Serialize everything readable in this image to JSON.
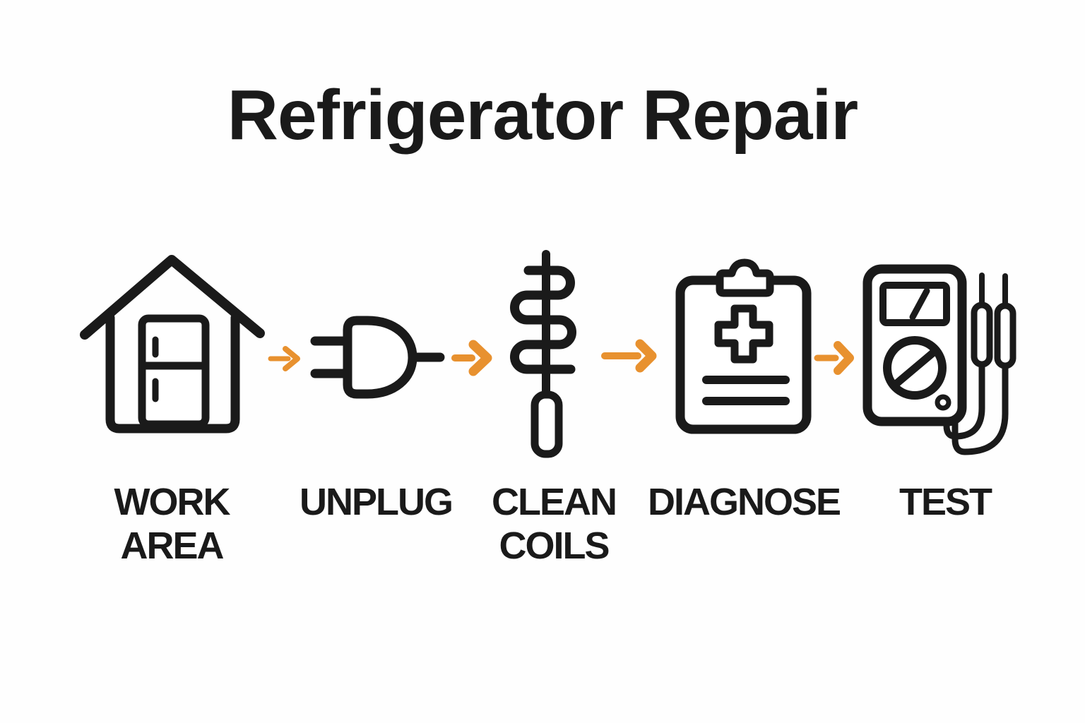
{
  "title": "Refrigerator Repair",
  "colors": {
    "ink": "#1a1a1a",
    "accent_orange": "#e8912f"
  },
  "steps": [
    {
      "name": "work-area",
      "label_lines": [
        "WORK",
        "AREA"
      ],
      "icon": "house-with-refrigerator-icon"
    },
    {
      "name": "unplug",
      "label_lines": [
        "UNPLUG"
      ],
      "icon": "power-plug-icon"
    },
    {
      "name": "clean-coils",
      "label_lines": [
        "CLEAN",
        "COILS"
      ],
      "icon": "coil-cleaning-brush-icon"
    },
    {
      "name": "diagnose",
      "label_lines": [
        "DIAGNOSE"
      ],
      "icon": "diagnosis-clipboard-icon"
    },
    {
      "name": "test",
      "label_lines": [
        "TEST"
      ],
      "icon": "multimeter-icon"
    }
  ],
  "connector": {
    "icon": "arrow-right-icon",
    "direction": "right",
    "count": 4
  }
}
